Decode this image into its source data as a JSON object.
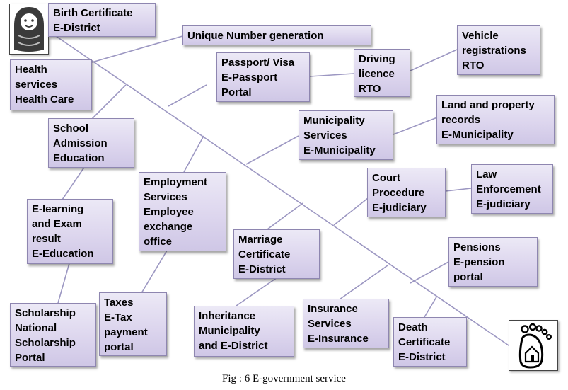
{
  "nodes": {
    "birth": [
      "Birth Certificate",
      " E-District"
    ],
    "unique": [
      "Unique Number generation"
    ],
    "health": [
      "Health",
      "services",
      "Health Care"
    ],
    "passport": [
      "Passport/ Visa",
      "E-Passport",
      "Portal"
    ],
    "driving": [
      "Driving",
      "licence",
      "RTO"
    ],
    "vehicle": [
      "Vehicle",
      "registrations",
      "RTO"
    ],
    "school": [
      "School",
      "Admission",
      "Education"
    ],
    "municipality": [
      "Municipality",
      "Services",
      "E-Municipality"
    ],
    "land": [
      "Land and property",
      "records",
      "E-Municipality"
    ],
    "employment": [
      "Employment",
      "Services",
      "Employee",
      "exchange",
      "office"
    ],
    "court": [
      "Court",
      "Procedure",
      "E-judiciary"
    ],
    "law": [
      "Law",
      "Enforcement",
      "E-judiciary"
    ],
    "elearning": [
      "E-learning",
      "and  Exam",
      "result",
      "E-Education"
    ],
    "marriage": [
      "Marriage",
      "Certificate",
      "E-District"
    ],
    "pensions": [
      "Pensions",
      "E-pension",
      "portal"
    ],
    "scholarship": [
      "Scholarship",
      "National",
      "Scholarship",
      "Portal"
    ],
    "taxes": [
      "Taxes",
      "E-Tax",
      "payment",
      "portal"
    ],
    "inheritance": [
      "Inheritance",
      "Municipality",
      "and E-District"
    ],
    "insurance": [
      "Insurance",
      "Services",
      "E-Insurance"
    ],
    "death": [
      "Death",
      "Certificate",
      "E-District"
    ]
  },
  "icons": {
    "start": "baby-icon",
    "end": "footprint-house-icon"
  },
  "caption": "Fig : 6 E-government service",
  "colors": {
    "box_top": "#ece9f6",
    "box_bottom": "#cfc7e6",
    "box_border": "#8e86b0",
    "line": "#9c97c2"
  }
}
